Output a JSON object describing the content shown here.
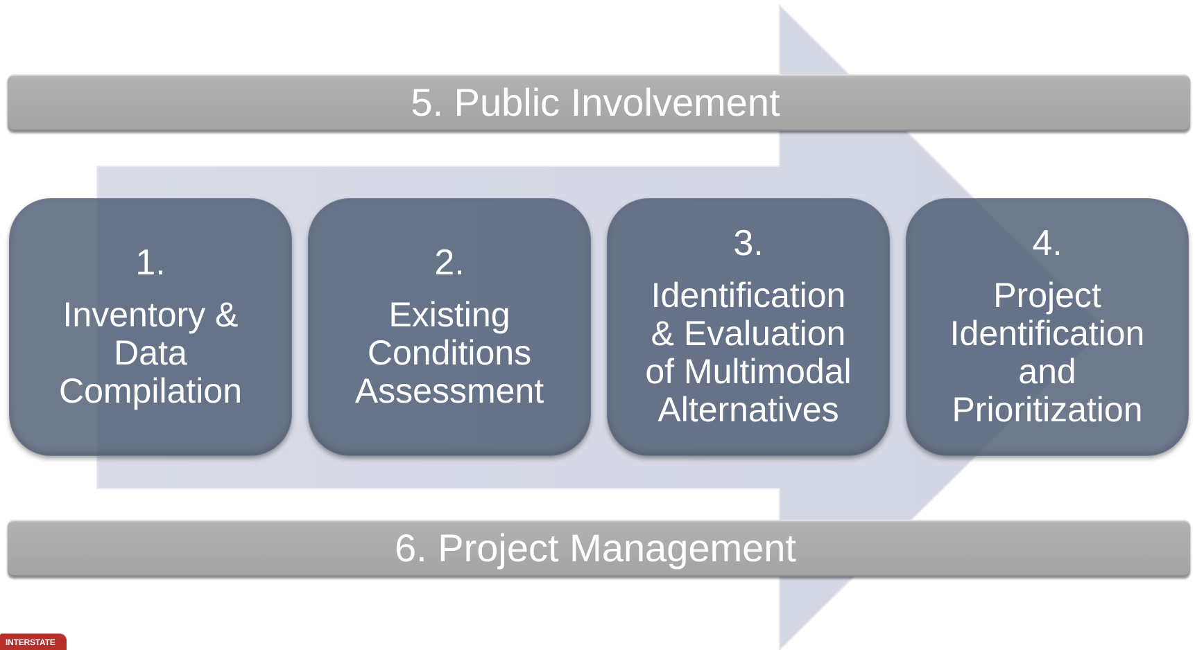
{
  "diagram": {
    "arrow_color": "#d7dae6",
    "banner_color": "#aaaaaa",
    "box_color": "#4e5c73",
    "top_banner": {
      "label": "5. Public Involvement"
    },
    "bottom_banner": {
      "label": "6. Project Management"
    },
    "steps": [
      {
        "number": "1.",
        "lines": [
          "Inventory &",
          "Data",
          "Compilation"
        ]
      },
      {
        "number": "2.",
        "lines": [
          "Existing",
          "Conditions",
          "Assessment"
        ]
      },
      {
        "number": "3.",
        "lines": [
          "Identification",
          "& Evaluation",
          "of Multimodal",
          "Alternatives"
        ]
      },
      {
        "number": "4.",
        "lines": [
          "Project",
          "Identification",
          "and",
          "Prioritization"
        ]
      }
    ]
  },
  "logo": {
    "text": "INTERSTATE"
  }
}
